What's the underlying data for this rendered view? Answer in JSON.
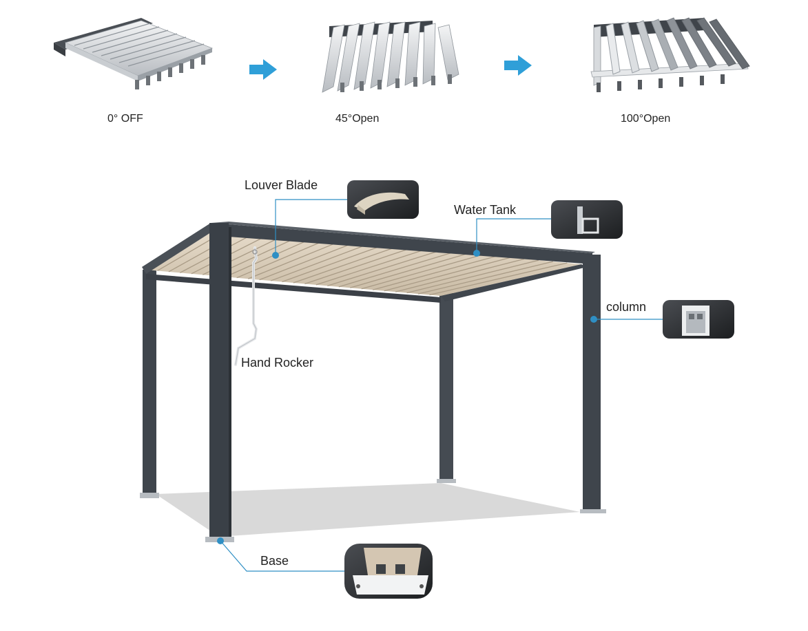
{
  "states": [
    {
      "label": "0° OFF"
    },
    {
      "label": "45°Open"
    },
    {
      "label": "100°Open"
    }
  ],
  "parts": {
    "louver_blade": "Louver Blade",
    "water_tank": "Water Tank",
    "column": "column",
    "hand_rocker": "Hand Rocker",
    "base": "Base"
  },
  "colors": {
    "frame": "#3f454c",
    "louver": "#d8cbb8",
    "callout": "#2f8fc4",
    "arrow": "#2f9fd8",
    "shadow": "#d9d9d9",
    "blade_light": "#e8eaec",
    "blade_dark": "#7a7f85",
    "detail_bg": "#2b2d30"
  },
  "icons": [
    "right-arrow-icon",
    "right-arrow-icon"
  ]
}
